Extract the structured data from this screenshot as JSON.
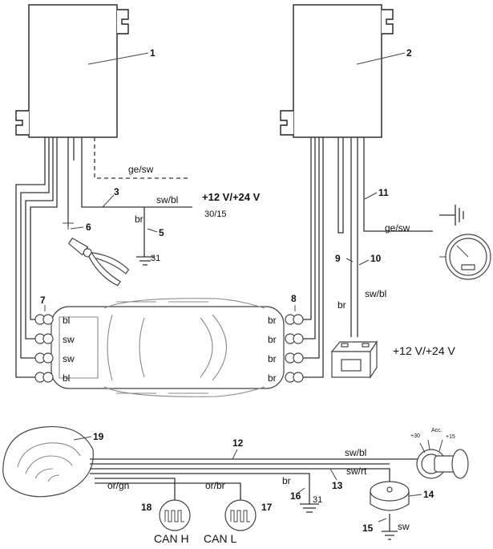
{
  "callouts": {
    "n1": "1",
    "n2": "2",
    "n3": "3",
    "n5": "5",
    "n6": "6",
    "n7": "7",
    "n8": "8",
    "n9": "9",
    "n10": "10",
    "n11": "11",
    "n12": "12",
    "n13": "13",
    "n14": "14",
    "n15": "15",
    "n16": "16",
    "n17": "17",
    "n18": "18",
    "n19": "19"
  },
  "wire_labels": {
    "ge_sw_top": "ge/sw",
    "sw_bl_top": "sw/bl",
    "br_top": "br",
    "ground_31_top": "31",
    "ge_sw_right": "ge/sw",
    "sw_bl_right": "sw/bl",
    "br_right": "br",
    "left_conn": [
      "bl",
      "sw",
      "sw",
      "bl"
    ],
    "right_conn": [
      "br",
      "br",
      "br",
      "br"
    ],
    "sw_bl_bottom": "sw/bl",
    "sw_rt_bottom": "sw/rt",
    "or_gn": "or/gn",
    "or_br": "or/br",
    "br_bottom": "br",
    "ground_31_bottom": "31",
    "sw_bottom": "sw"
  },
  "power": {
    "supply_top": "+12 V/+24 V",
    "terminal": "30/15",
    "supply_battery": "+12 V/+24 V"
  },
  "can": {
    "high": "CAN H",
    "low": "CAN L"
  },
  "ignition": {
    "t30": "+30",
    "acc": "Acc.",
    "t15": "+15"
  }
}
